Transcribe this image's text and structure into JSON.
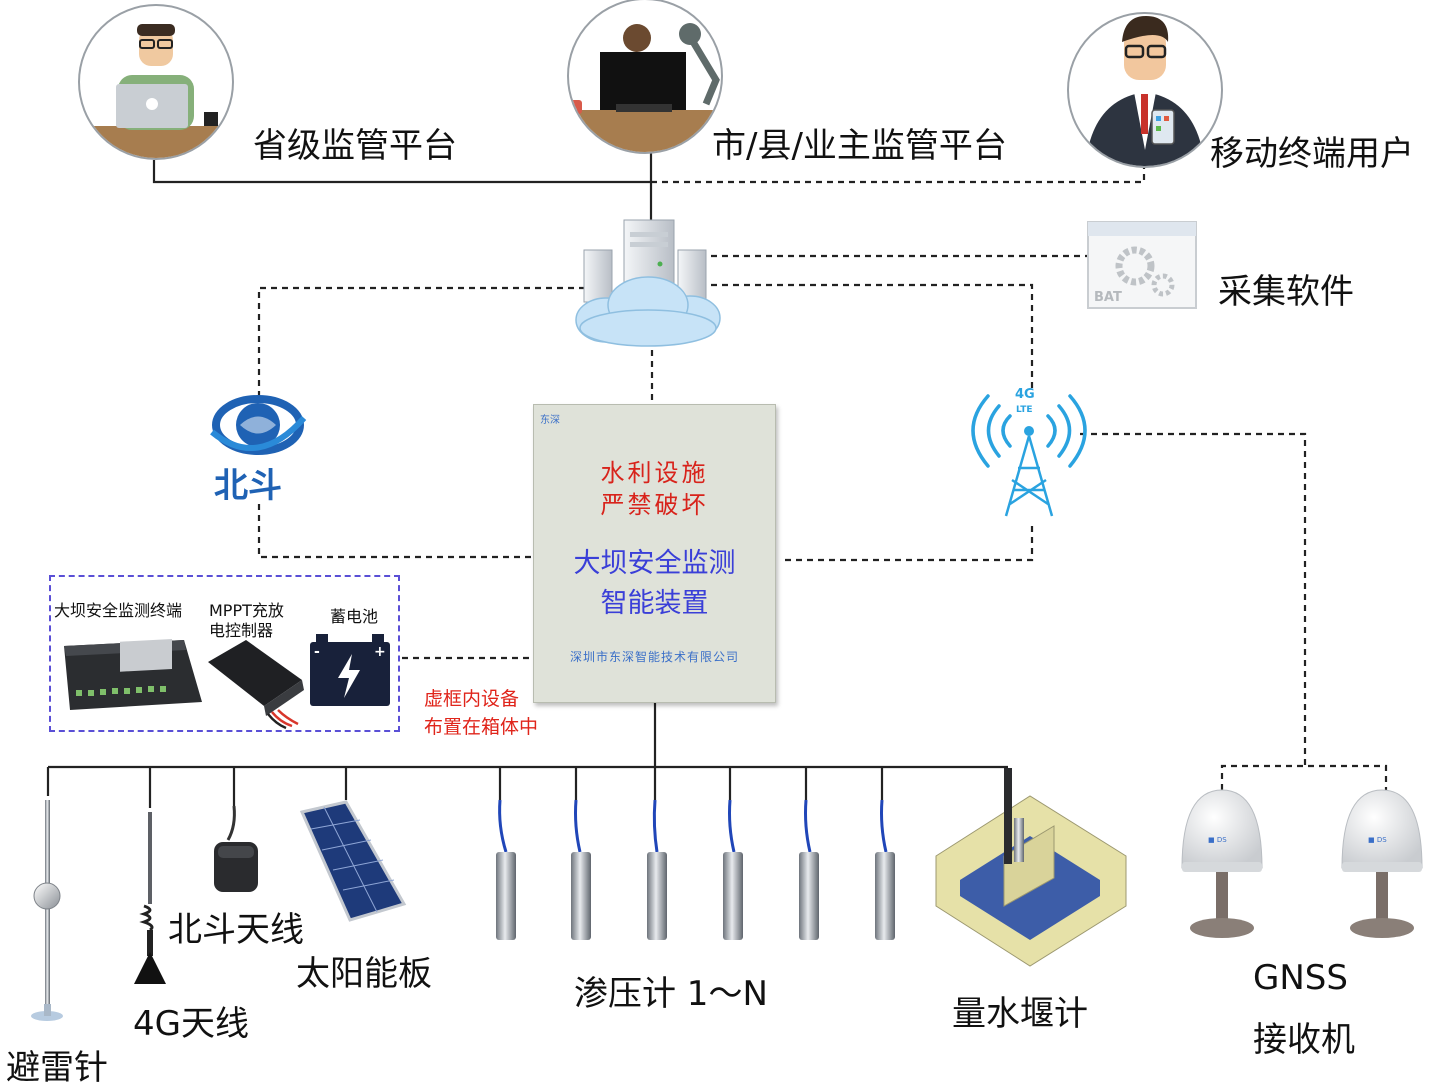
{
  "top": {
    "provincial_label": "省级监管平台",
    "city_label": "市/县/业主监管平台",
    "mobile_label": "移动终端用户"
  },
  "software": {
    "label": "采集软件",
    "icon_text": "BAT"
  },
  "beidou": {
    "logo_text": "北斗"
  },
  "network": {
    "badge_top": "4G",
    "badge_bottom": "LTE"
  },
  "cabinet": {
    "warning_line1": "水利设施",
    "warning_line2": "严禁破坏",
    "title_line1": "大坝安全监测",
    "title_line2": "智能装置",
    "company": "深圳市东深智能技术有限公司",
    "logo_text": "东深"
  },
  "box_devices": {
    "terminal_label": "大坝安全监测终端",
    "mppt_label_line1": "MPPT充放",
    "mppt_label_line2": "电控制器",
    "battery_label": "蓄电池"
  },
  "note": {
    "line1": "虚框内设备",
    "line2": "布置在箱体中"
  },
  "field": {
    "lightning_rod": "避雷针",
    "antenna_4g": "4G天线",
    "beidou_antenna": "北斗天线",
    "solar_panel": "太阳能板",
    "piezometer": "渗压计 1～N",
    "weir_meter": "量水堰计",
    "gnss_line1": "GNSS",
    "gnss_line2": "接收机"
  },
  "colors": {
    "line": "#222222",
    "dash_box": "#5a4fd6",
    "note_red": "#e0251b",
    "beidou_blue": "#1f62b4",
    "signal_blue": "#2aa3e0",
    "cabinet_title": "#3a3fd8"
  }
}
